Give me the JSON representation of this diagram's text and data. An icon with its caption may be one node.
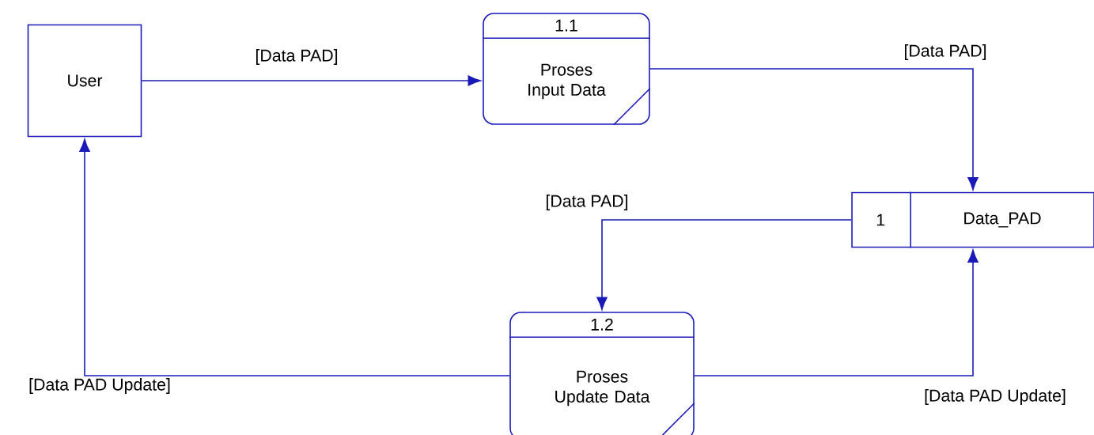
{
  "diagram": {
    "nodes": [
      {
        "text": [
          "User"
        ]
      },
      {
        "text": [
          "1.1",
          "Proses Input Data"
        ]
      },
      {
        "text": [
          "1",
          "Data_PAD"
        ]
      },
      {
        "text": [
          "1.2",
          "Proses Update Data"
        ]
      }
    ],
    "edges": [
      {
        "from": 0,
        "to": 1,
        "arrow": "to",
        "label": "[Data PAD]"
      },
      {
        "from": 1,
        "to": 2,
        "arrow": "to",
        "label": "[Data PAD]"
      },
      {
        "from": 2,
        "to": 3,
        "arrow": "to",
        "label": "[Data PAD]"
      },
      {
        "from": 3,
        "to": 0,
        "arrow": "to",
        "label": "[Data PAD Update]"
      },
      {
        "from": 3,
        "to": 2,
        "arrow": "to",
        "label": "[Data PAD Update]"
      }
    ]
  }
}
